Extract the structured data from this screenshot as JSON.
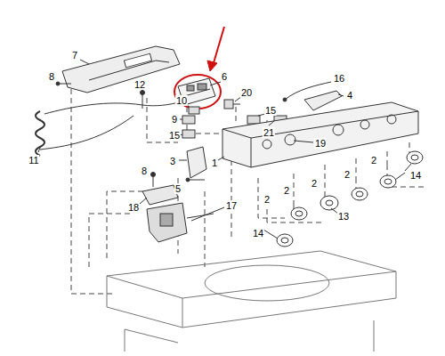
{
  "diagram": {
    "labels": [
      "7",
      "8",
      "12",
      "11",
      "6",
      "20",
      "10",
      "16",
      "15",
      "21",
      "4",
      "9",
      "15",
      "1",
      "19",
      "3",
      "8",
      "5",
      "2",
      "2",
      "14",
      "2",
      "13",
      "2",
      "2",
      "14",
      "18",
      "17"
    ]
  }
}
